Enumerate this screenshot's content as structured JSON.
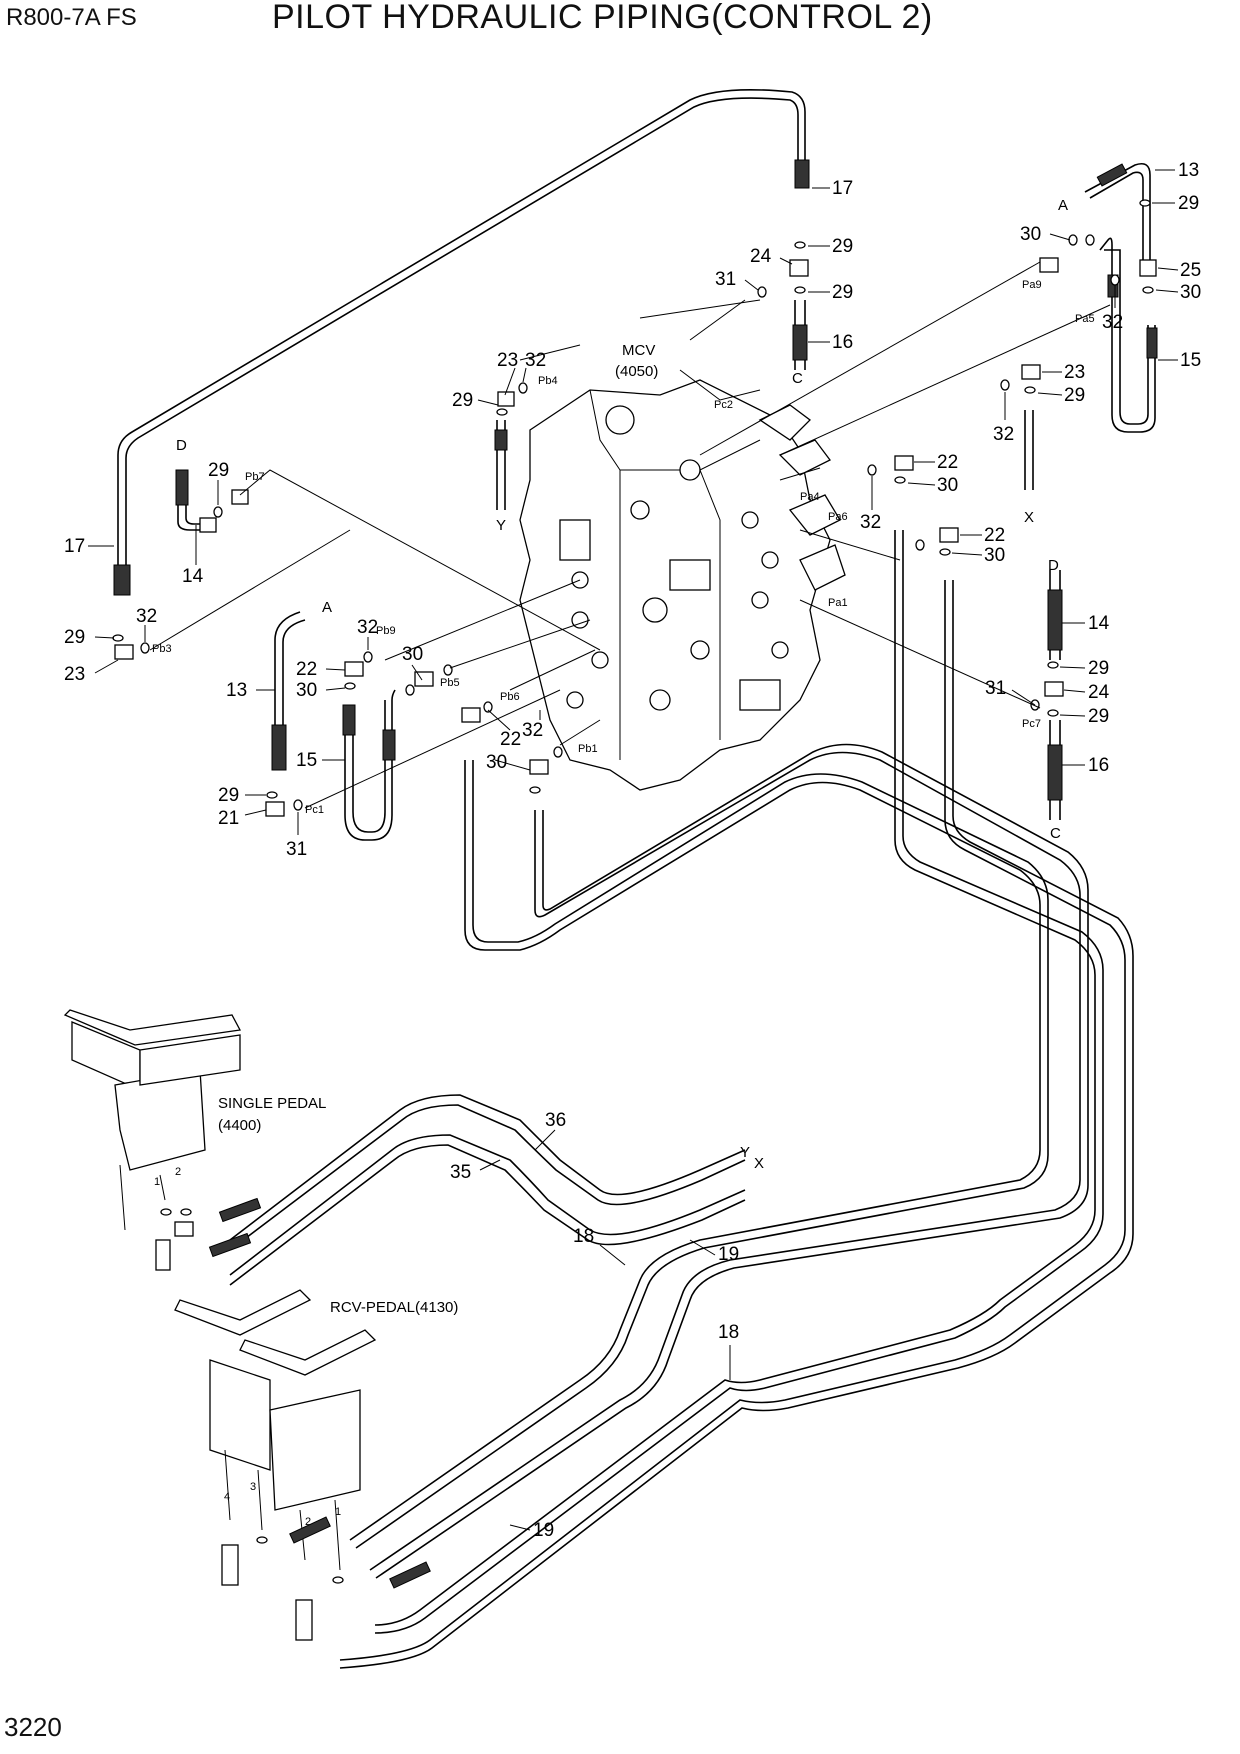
{
  "header": {
    "model": "R800-7A  FS",
    "title": "PILOT HYDRAULIC PIPING(CONTROL 2)",
    "page_number": "3220"
  },
  "assemblies": {
    "mcv_label": "MCV",
    "mcv_code": "(4050)",
    "single_pedal_label": "SINGLE PEDAL",
    "single_pedal_code": "(4400)",
    "rcv_pedal_label": "RCV-PEDAL(4130)"
  },
  "callouts": [
    {
      "id": "c17a",
      "label": "17"
    },
    {
      "id": "c29a",
      "label": "29"
    },
    {
      "id": "c24a",
      "label": "24"
    },
    {
      "id": "c31a",
      "label": "31"
    },
    {
      "id": "c29b",
      "label": "29"
    },
    {
      "id": "c16a",
      "label": "16"
    },
    {
      "id": "c13a",
      "label": "13"
    },
    {
      "id": "c29c",
      "label": "29"
    },
    {
      "id": "c30a",
      "label": "30"
    },
    {
      "id": "c25a",
      "label": "25"
    },
    {
      "id": "c30b",
      "label": "30"
    },
    {
      "id": "c32a",
      "label": "32"
    },
    {
      "id": "c15a",
      "label": "15"
    },
    {
      "id": "c23a",
      "label": "23"
    },
    {
      "id": "c32b",
      "label": "32"
    },
    {
      "id": "c29d",
      "label": "29"
    },
    {
      "id": "c23b",
      "label": "23"
    },
    {
      "id": "c29e",
      "label": "29"
    },
    {
      "id": "c32c",
      "label": "32"
    },
    {
      "id": "c22a",
      "label": "22"
    },
    {
      "id": "c30c",
      "label": "30"
    },
    {
      "id": "c32d",
      "label": "32"
    },
    {
      "id": "c22b",
      "label": "22"
    },
    {
      "id": "c30d",
      "label": "30"
    },
    {
      "id": "c29f",
      "label": "29"
    },
    {
      "id": "c14a",
      "label": "14"
    },
    {
      "id": "c17b",
      "label": "17"
    },
    {
      "id": "c32e",
      "label": "32"
    },
    {
      "id": "c29g",
      "label": "29"
    },
    {
      "id": "c23c",
      "label": "23"
    },
    {
      "id": "c32f",
      "label": "32"
    },
    {
      "id": "c30e",
      "label": "30"
    },
    {
      "id": "c22c",
      "label": "22"
    },
    {
      "id": "c30f",
      "label": "30"
    },
    {
      "id": "c13b",
      "label": "13"
    },
    {
      "id": "c15b",
      "label": "15"
    },
    {
      "id": "c29h",
      "label": "29"
    },
    {
      "id": "c21a",
      "label": "21"
    },
    {
      "id": "c31b",
      "label": "31"
    },
    {
      "id": "c22d",
      "label": "22"
    },
    {
      "id": "c32g",
      "label": "32"
    },
    {
      "id": "c30g",
      "label": "30"
    },
    {
      "id": "c14b",
      "label": "14"
    },
    {
      "id": "c29i",
      "label": "29"
    },
    {
      "id": "c31c",
      "label": "31"
    },
    {
      "id": "c24b",
      "label": "24"
    },
    {
      "id": "c29j",
      "label": "29"
    },
    {
      "id": "c16b",
      "label": "16"
    },
    {
      "id": "c36a",
      "label": "36"
    },
    {
      "id": "c35a",
      "label": "35"
    },
    {
      "id": "c18a",
      "label": "18"
    },
    {
      "id": "c19a",
      "label": "19"
    },
    {
      "id": "c18b",
      "label": "18"
    },
    {
      "id": "c19b",
      "label": "19"
    }
  ],
  "ports": [
    "Pb4",
    "Pc2",
    "Pa9",
    "Pa5",
    "Pb7",
    "Pa4",
    "Pa6",
    "Pb3",
    "Pb9",
    "Pb5",
    "Pb6",
    "Pa1",
    "Pc7",
    "Pb1",
    "Pc1"
  ],
  "connector_letters": [
    "C",
    "A",
    "Y",
    "X",
    "D",
    "A",
    "D",
    "C",
    "Y",
    "X"
  ],
  "pedal_port_numbers": [
    "1",
    "2",
    "4",
    "3",
    "2",
    "1"
  ]
}
